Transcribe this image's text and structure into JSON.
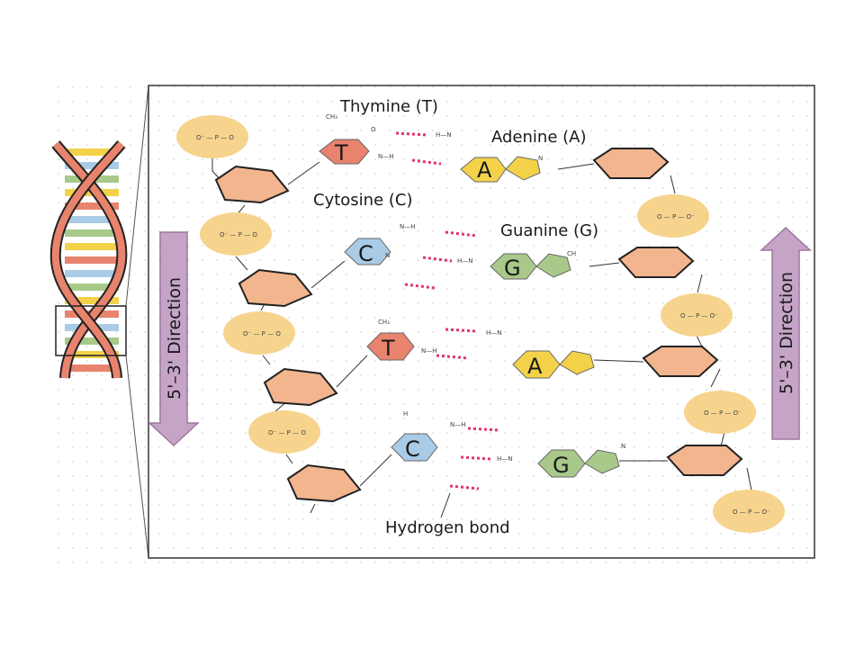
{
  "labels": {
    "thymine": "Thymine (T)",
    "adenine": "Adenine (A)",
    "cytosine": "Cytosine (C)",
    "guanine": "Guanine (G)",
    "hydrogen_bond": "Hydrogen bond",
    "direction_left": "5'–3' Direction",
    "direction_right": "5'–3' Direction"
  },
  "left_strand_bases": [
    "T",
    "C",
    "T",
    "C"
  ],
  "right_strand_bases": [
    "A",
    "G",
    "A",
    "G"
  ],
  "colors": {
    "thymine": "#e8836e",
    "adenine": "#f3d24a",
    "cytosine": "#a9cbe6",
    "guanine": "#a8c98a",
    "sugar": "#f2b58e",
    "phosphate": "#f6d48e",
    "arrow": "#c6a4c8",
    "hbond": "#e0336a"
  }
}
